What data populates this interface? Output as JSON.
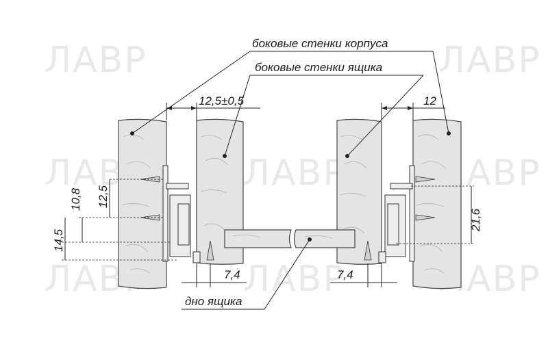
{
  "watermark": {
    "text": "ЛАВР"
  },
  "labels": {
    "cabinet_sides": "боковые стенки корпуса",
    "drawer_sides": "боковые стенки ящика",
    "drawer_bottom": "дно ящика"
  },
  "dimensions": {
    "gap_left": "12,5±0,5",
    "gap_right": "12",
    "left_10_8": "10,8",
    "left_12_5": "12,5",
    "left_14_5": "14,5",
    "right_21_6": "21,6",
    "bottom_left_7_4": "7,4",
    "bottom_right_7_4": "7,4"
  }
}
